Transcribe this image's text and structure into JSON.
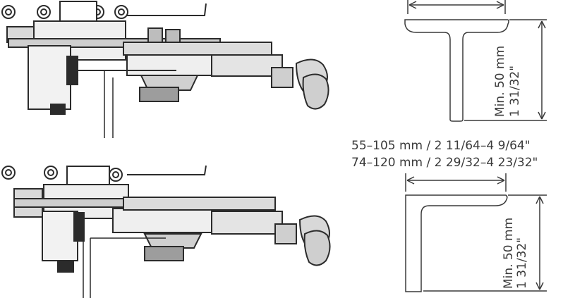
{
  "colors": {
    "line": "#3a3a3a",
    "machine_dark": "#2b2b2b",
    "machine_light": "#e9e9e9",
    "machine_mid": "#bdbdbd"
  },
  "top_profile": {
    "shape": "t-beam",
    "width_label": "",
    "height_label_mm": "Min. 50 mm",
    "height_label_in": "1 31/32\""
  },
  "bottom_profile": {
    "shape": "angle-profile",
    "width_label_line1": "55–105 mm / 2 11/64–4 9/64\"",
    "width_label_line2": "74–120 mm / 2 29/32–4 23/32\"",
    "height_label_mm": "Min. 50 mm",
    "height_label_in": "1 31/32\""
  },
  "machines": [
    {
      "name": "clamp-on-t-beam",
      "icon": "beveling-machine-icon"
    },
    {
      "name": "clamp-on-angle",
      "icon": "beveling-machine-icon"
    }
  ]
}
